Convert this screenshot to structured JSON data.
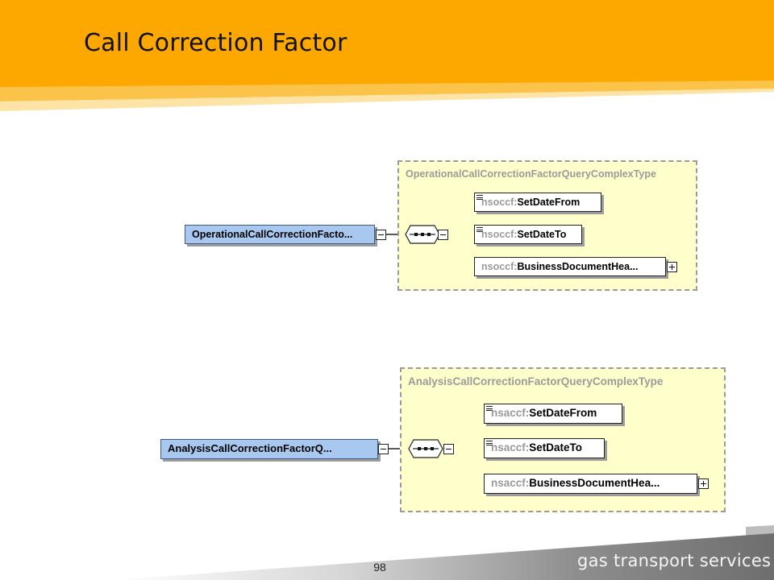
{
  "slide": {
    "title": "Call Correction Factor",
    "page_number": "98",
    "brand": "gas transport services",
    "colors": {
      "header": "#fca800",
      "complex_type_fill": "#ffffcc",
      "root_element_fill": "#a9c8ef"
    }
  },
  "diagrams": [
    {
      "root_element": "OperationalCallCorrectionFacto...",
      "complex_type": "OperationalCallCorrectionFactorQueryComplexType",
      "compositor": "sequence",
      "children": [
        {
          "prefix": "nsoccf:",
          "name": "SetDateFrom"
        },
        {
          "prefix": "nsoccf:",
          "name": "SetDateTo"
        },
        {
          "prefix": "nsoccf:",
          "name": "BusinessDocumentHea..."
        }
      ]
    },
    {
      "root_element": "AnalysisCallCorrectionFactorQ...",
      "complex_type": "AnalysisCallCorrectionFactorQueryComplexType",
      "compositor": "sequence",
      "children": [
        {
          "prefix": "nsaccf:",
          "name": "SetDateFrom"
        },
        {
          "prefix": "nsaccf:",
          "name": "SetDateTo"
        },
        {
          "prefix": "nsaccf:",
          "name": "BusinessDocumentHea..."
        }
      ]
    }
  ]
}
